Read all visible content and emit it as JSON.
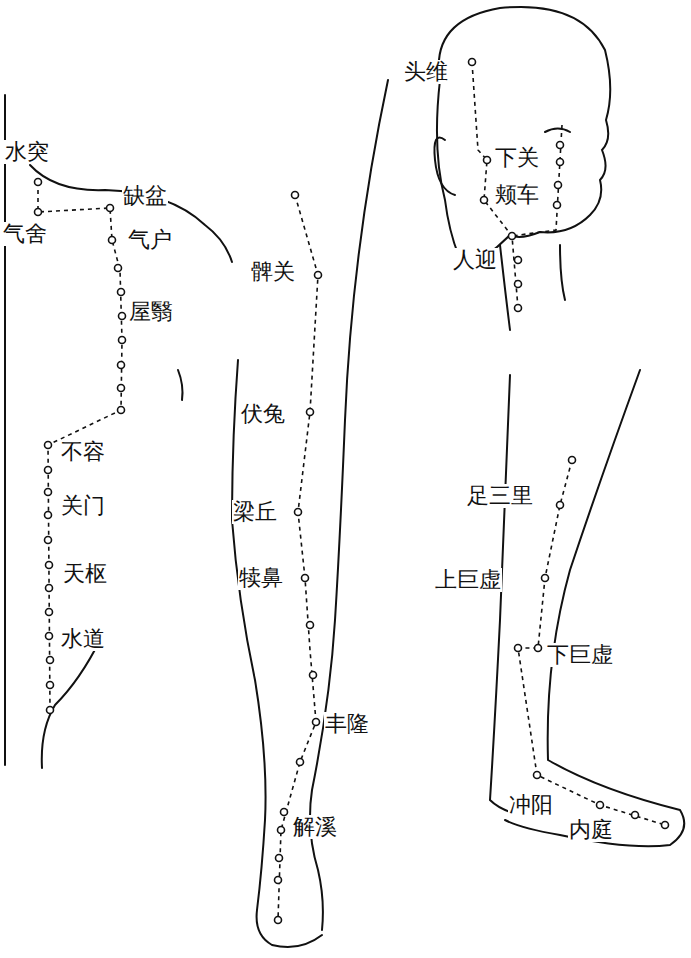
{
  "diagram": {
    "labels": [
      "水突",
      "气舍",
      "缺盆",
      "气户",
      "屋翳",
      "不容",
      "关门",
      "天枢",
      "水道",
      "髀关",
      "伏兔",
      "梁丘",
      "犊鼻",
      "丰隆",
      "解溪",
      "头维",
      "下关",
      "颊车",
      "人迎",
      "足三里",
      "上巨虚",
      "下巨虚",
      "冲阳",
      "内庭"
    ]
  }
}
